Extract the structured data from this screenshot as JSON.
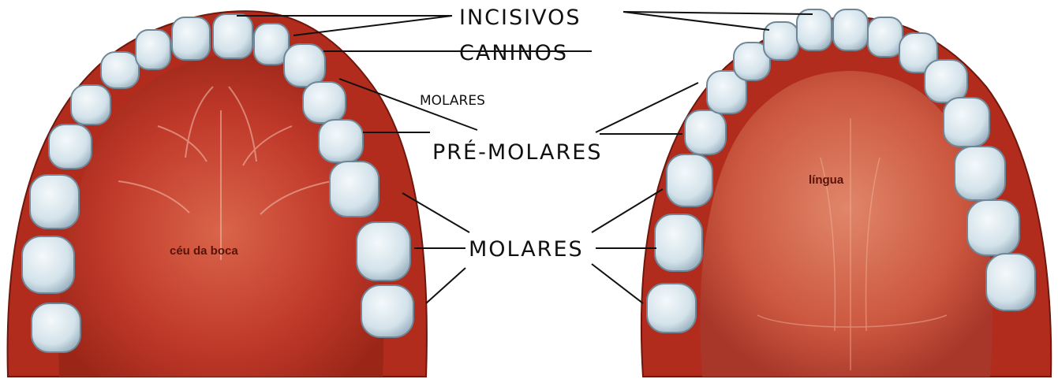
{
  "labels": {
    "incisivos": "INCISIVOS",
    "caninos": "CANINOS",
    "molares_small": "MOLARES",
    "pre_molares": "PRÉ-MOLARES",
    "molares": "MOLARES",
    "ceu_da_boca": "céu da boca",
    "lingua": "língua"
  },
  "colors": {
    "gum": "#b9301f",
    "gum_dark": "#7a1a10",
    "palate": "#c8442e",
    "tooth": "#dce8ef",
    "tooth_shadow": "#7f97a8"
  }
}
